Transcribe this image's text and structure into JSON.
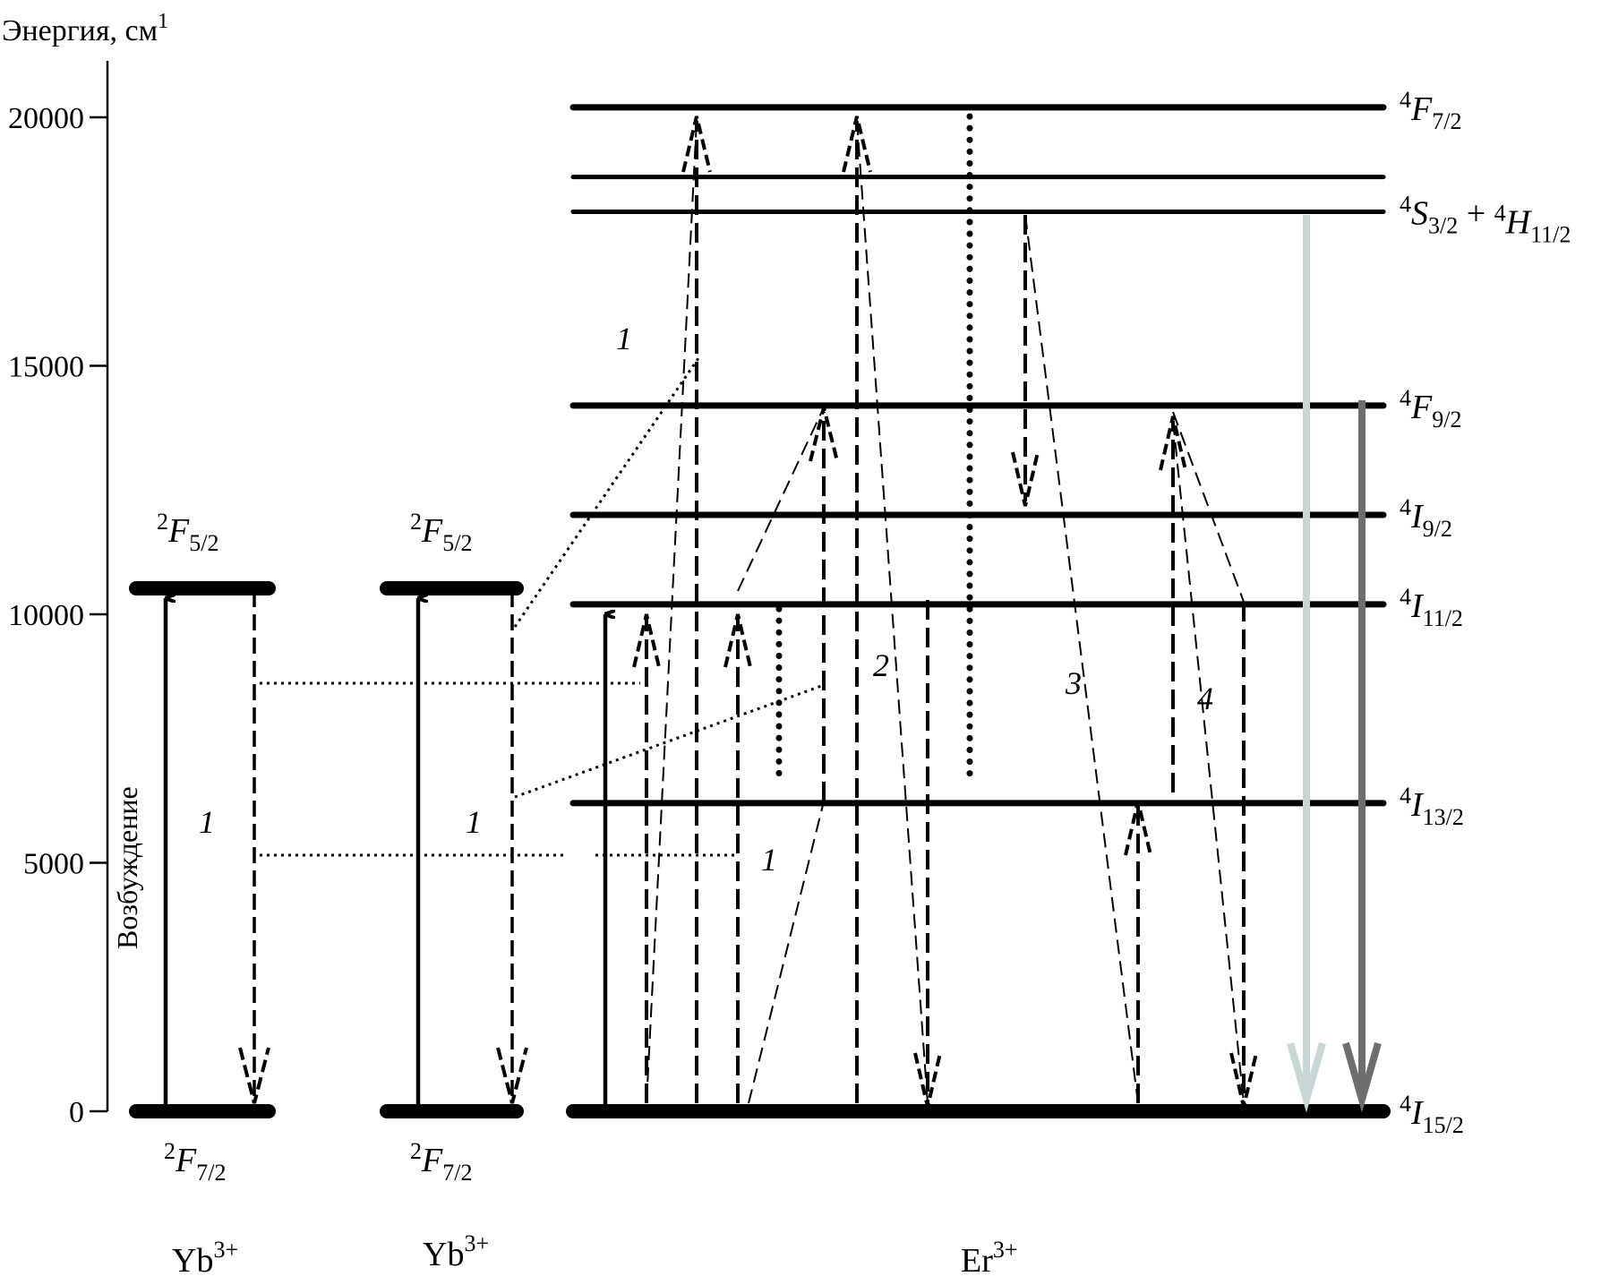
{
  "axis": {
    "title": "Энергия, см",
    "title_sup": "1",
    "ticks": [
      {
        "value": 0,
        "label": "0"
      },
      {
        "value": 5000,
        "label": "5000"
      },
      {
        "value": 10000,
        "label": "10000"
      },
      {
        "value": 15000,
        "label": "15000"
      },
      {
        "value": 20000,
        "label": "20000"
      }
    ]
  },
  "excitation_label": "Возбуждение",
  "ions": [
    {
      "id": "yb1",
      "base": "Yb",
      "charge": "3+"
    },
    {
      "id": "yb2",
      "base": "Yb",
      "charge": "3+"
    },
    {
      "id": "er",
      "base": "Er",
      "charge": "3+"
    }
  ],
  "yb_levels": {
    "upper": {
      "energy": 10500,
      "sup": "2",
      "term": "F",
      "sub": "5/2"
    },
    "lower": {
      "energy": 0,
      "sup": "2",
      "term": "F",
      "sub": "7/2"
    }
  },
  "er_levels": [
    {
      "key": "4F72",
      "energy": 20200,
      "parts": [
        {
          "sup": "4",
          "term": "F",
          "sub": "7/2"
        }
      ]
    },
    {
      "key": "4S32_4H112a",
      "energy": 18800,
      "parts": []
    },
    {
      "key": "4S32_4H112b",
      "energy": 18100,
      "parts": [
        {
          "sup": "4",
          "term": "S",
          "sub": "3/2"
        },
        {
          "sup": "4",
          "term": "H",
          "sub": "11/2"
        }
      ],
      "joiner": "+"
    },
    {
      "key": "4F92",
      "energy": 14200,
      "parts": [
        {
          "sup": "4",
          "term": "F",
          "sub": "9/2"
        }
      ]
    },
    {
      "key": "4I92",
      "energy": 12000,
      "parts": [
        {
          "sup": "4",
          "term": "I",
          "sub": "9/2"
        }
      ]
    },
    {
      "key": "4I112",
      "energy": 10200,
      "parts": [
        {
          "sup": "4",
          "term": "I",
          "sub": "11/2"
        }
      ]
    },
    {
      "key": "4I132",
      "energy": 6200,
      "parts": [
        {
          "sup": "4",
          "term": "I",
          "sub": "13/2"
        }
      ]
    },
    {
      "key": "4I152",
      "energy": 0,
      "parts": [
        {
          "sup": "4",
          "term": "I",
          "sub": "15/2"
        }
      ]
    }
  ],
  "process_labels": [
    {
      "id": "p1-yb1",
      "text": "1"
    },
    {
      "id": "p1-yb2",
      "text": "1"
    },
    {
      "id": "p1-er-low",
      "text": "1"
    },
    {
      "id": "p1-er-high",
      "text": "1"
    },
    {
      "id": "p2",
      "text": "2"
    },
    {
      "id": "p3",
      "text": "3"
    },
    {
      "id": "p4",
      "text": "4"
    }
  ],
  "colors": {
    "ink": "#000000",
    "green_emission": "#c8d6d6",
    "red_emission": "#6e6e6e"
  }
}
